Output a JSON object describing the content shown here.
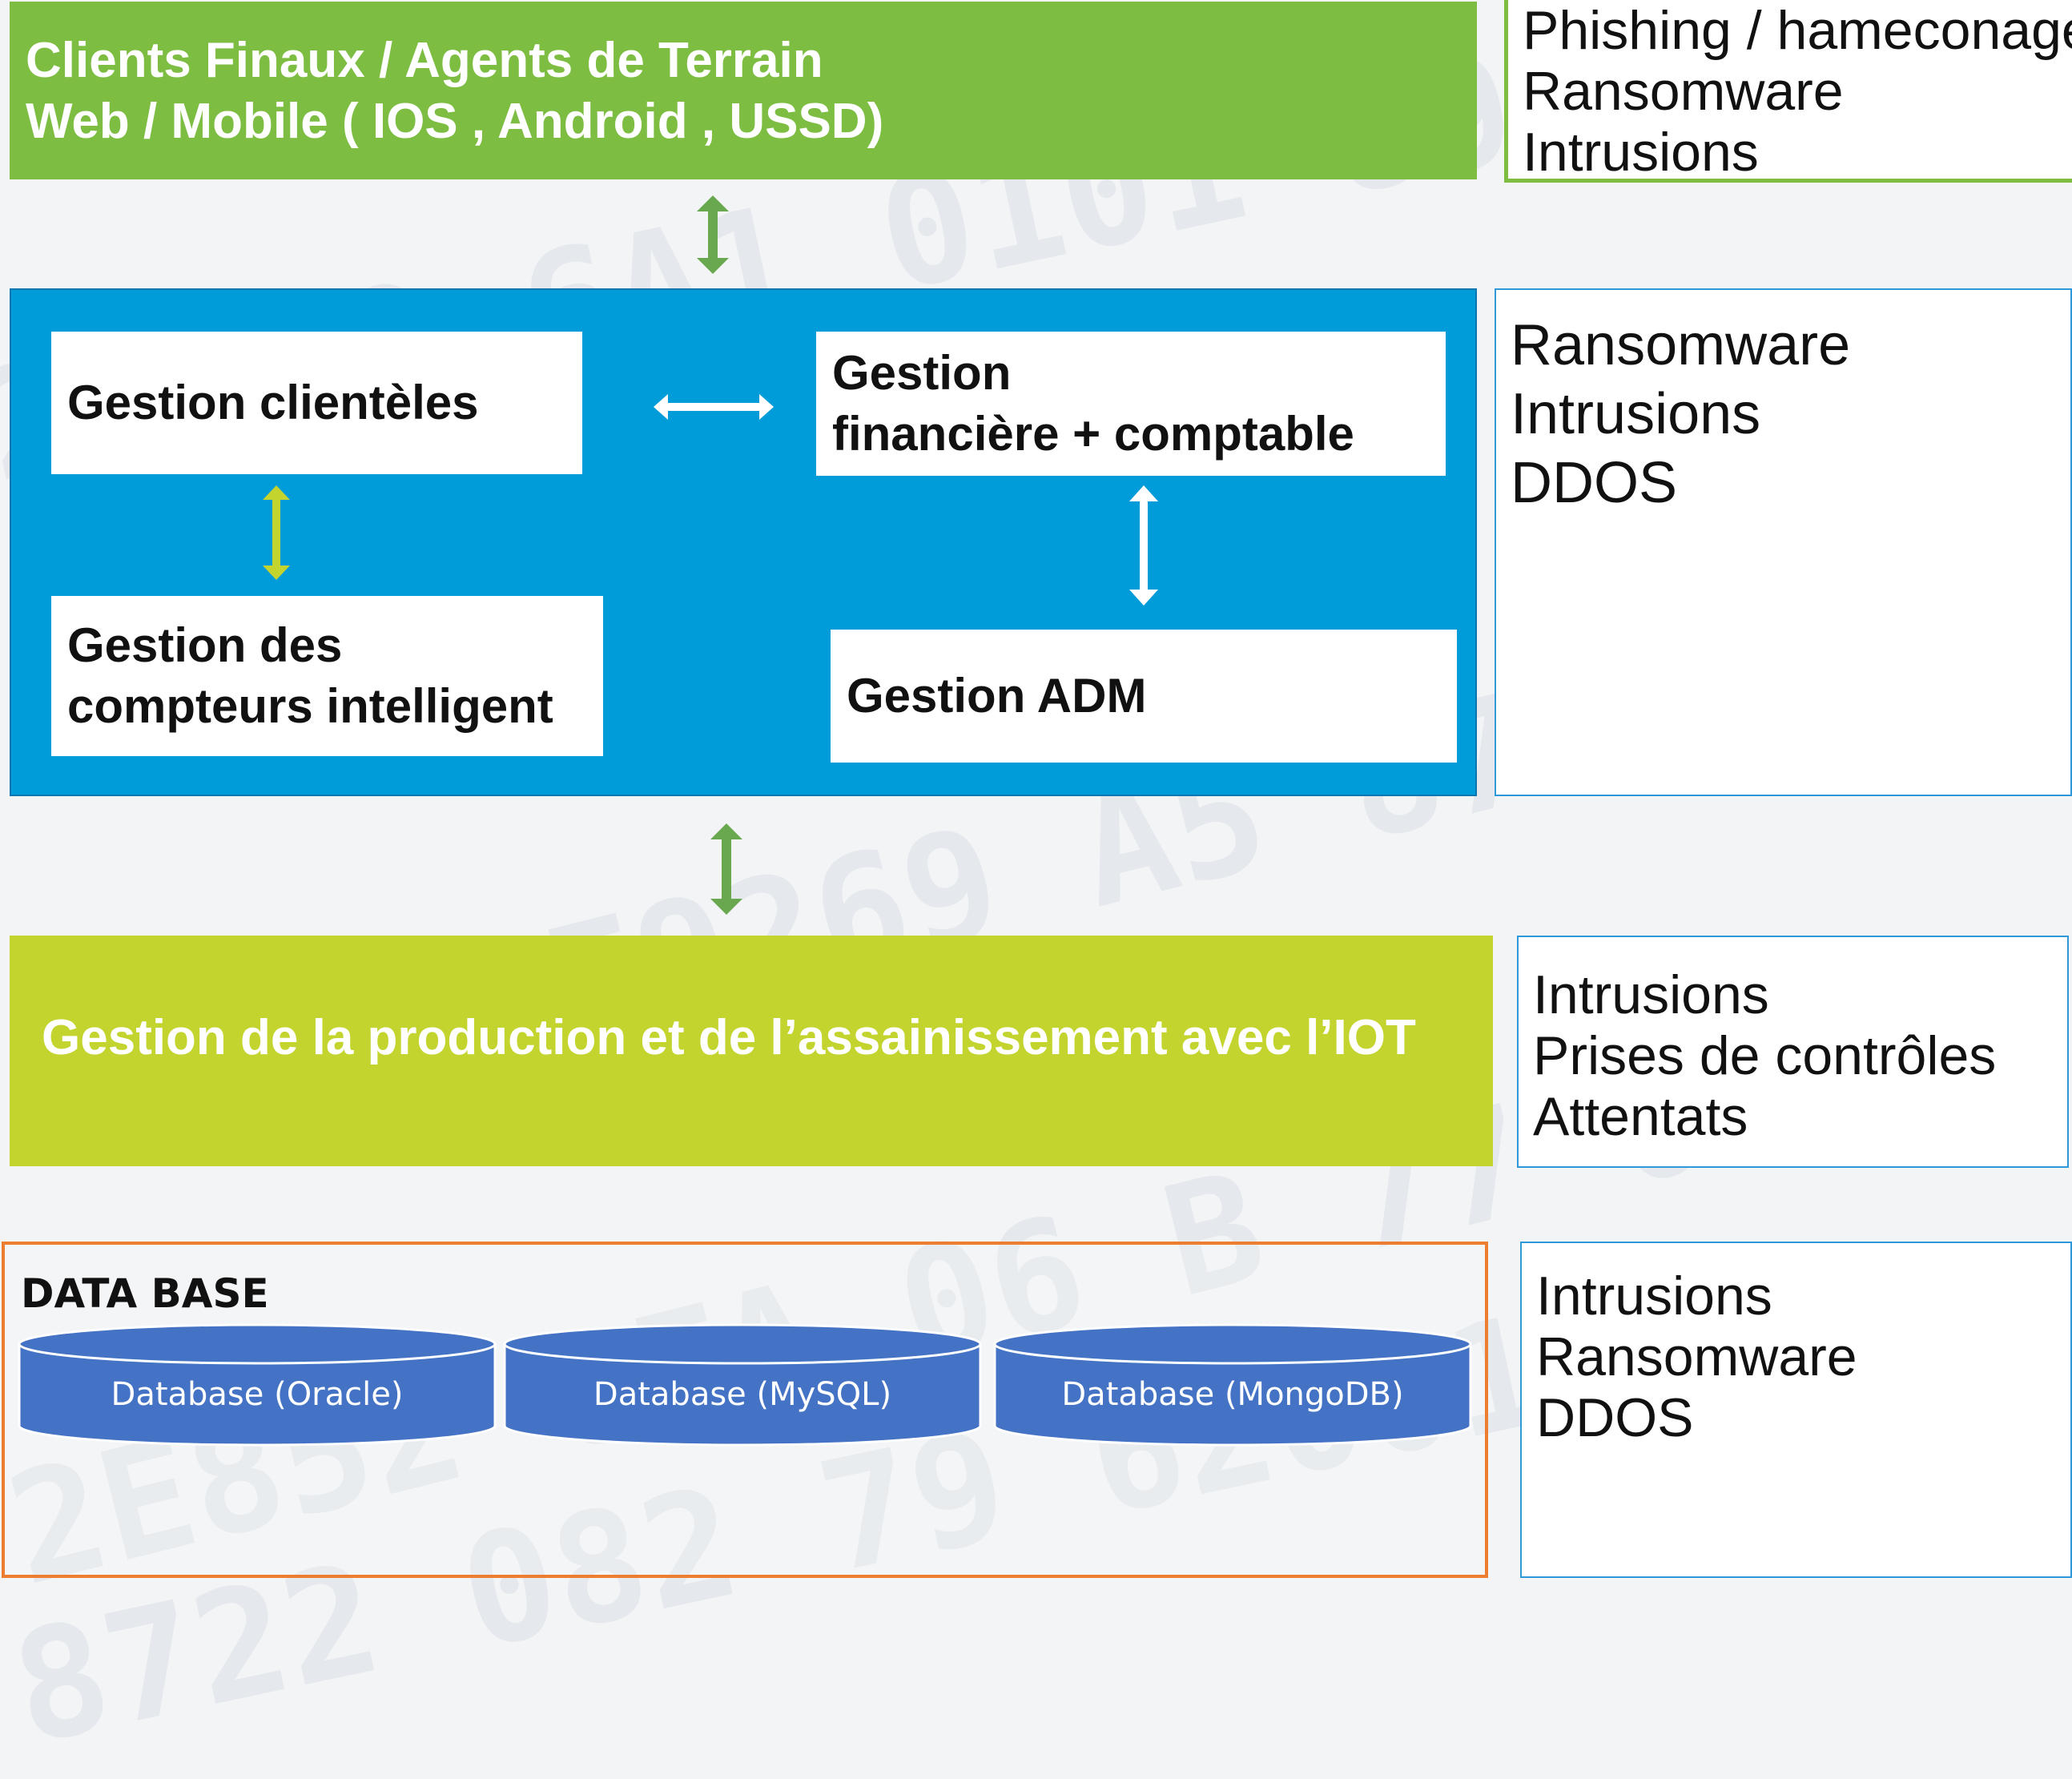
{
  "top_banner": {
    "line1": "Clients Finaux / Agents de Terrain",
    "line2": "Web / Mobile ( IOS , Android , USSD)"
  },
  "threats_top": [
    "Phishing / hameconage",
    "Ransomware",
    "Intrusions"
  ],
  "blue_panel": {
    "box_clienteles": "Gestion clientèles",
    "box_financiere": [
      "Gestion",
      "financière + comptable"
    ],
    "box_compteurs": [
      "Gestion des",
      "compteurs intelligent"
    ],
    "box_adm": "Gestion ADM"
  },
  "threats_blue": [
    "Ransomware",
    "Intrusions",
    "DDOS"
  ],
  "production_banner": "Gestion de la production et de l’assainissement avec l’IOT",
  "threats_production": [
    "Intrusions",
    "Prises de contrôles",
    "Attentats"
  ],
  "database": {
    "title": "DATA BASE",
    "items": [
      "Database (Oracle)",
      "Database (MySQL)",
      "Database (MongoDB)"
    ]
  },
  "threats_database": [
    "Intrusions",
    "Ransomware",
    "DDOS"
  ],
  "colors": {
    "green_banner": "#7cbd42",
    "blue_panel": "#009bd9",
    "lime_banner": "#c4d42e",
    "db_border": "#ed7d31",
    "cylinder": "#4472c4",
    "arrow_green": "#6aa84f"
  }
}
